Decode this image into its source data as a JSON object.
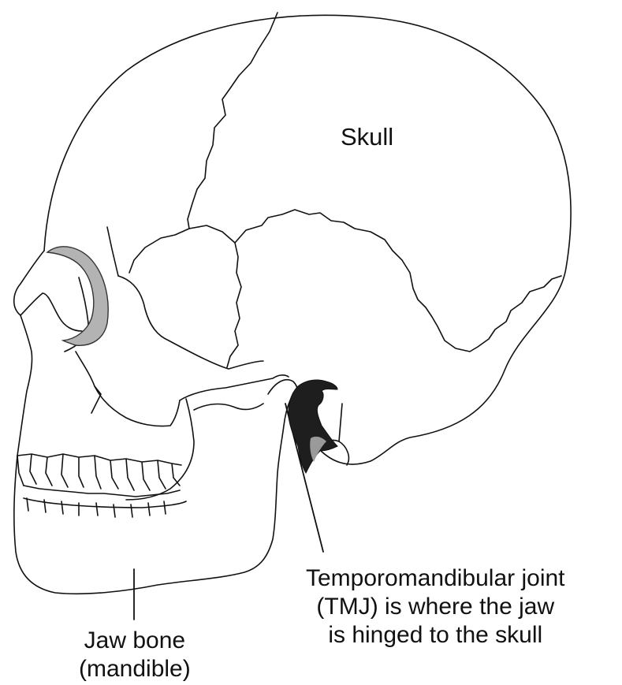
{
  "labels": {
    "skull": "Skull",
    "tmj": [
      "Temporomandibular joint",
      "(TMJ) is where the jaw",
      "is hinged to the skull"
    ],
    "jaw": [
      "Jaw bone",
      "(mandible)"
    ]
  },
  "colors": {
    "outline": "#111111",
    "eye_socket_fill": "#b3b3b3",
    "joint_fill": "#1e1e1e",
    "joint_highlight": "#9a9a9a"
  }
}
